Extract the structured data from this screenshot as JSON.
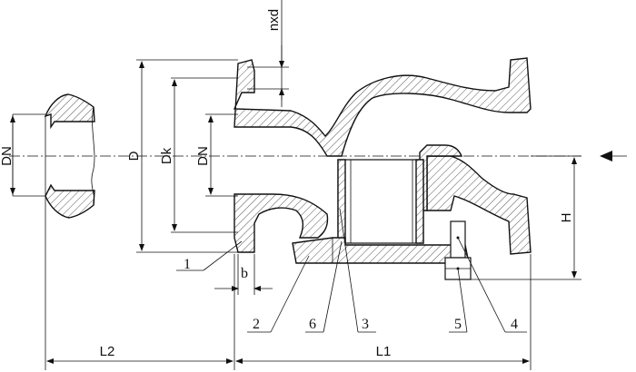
{
  "dimensions": {
    "dn_left": "DN",
    "d": "D",
    "dk": "Dk",
    "dn": "DN",
    "nxd": "nxd",
    "h": "H",
    "b": "b",
    "l1": "L1",
    "l2": "L2"
  },
  "callouts": {
    "p1": "1",
    "p2": "2",
    "p3": "3",
    "p4": "4",
    "p5": "5",
    "p6": "6"
  }
}
